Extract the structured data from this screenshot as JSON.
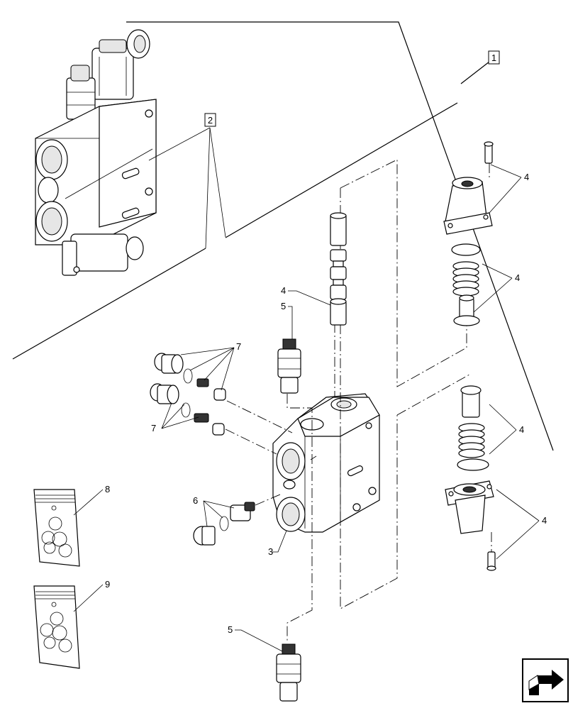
{
  "labels": {
    "c1": "1",
    "c2": "2",
    "c3": "3",
    "c4a": "4",
    "c4b": "4",
    "c4c": "4",
    "c4d": "4",
    "c4e": "4",
    "c5a": "5",
    "c5b": "5",
    "c6": "6",
    "c7a": "7",
    "c7b": "7",
    "c8": "8",
    "c9": "9"
  },
  "icons": {
    "nav": "next-page-arrow-icon"
  }
}
